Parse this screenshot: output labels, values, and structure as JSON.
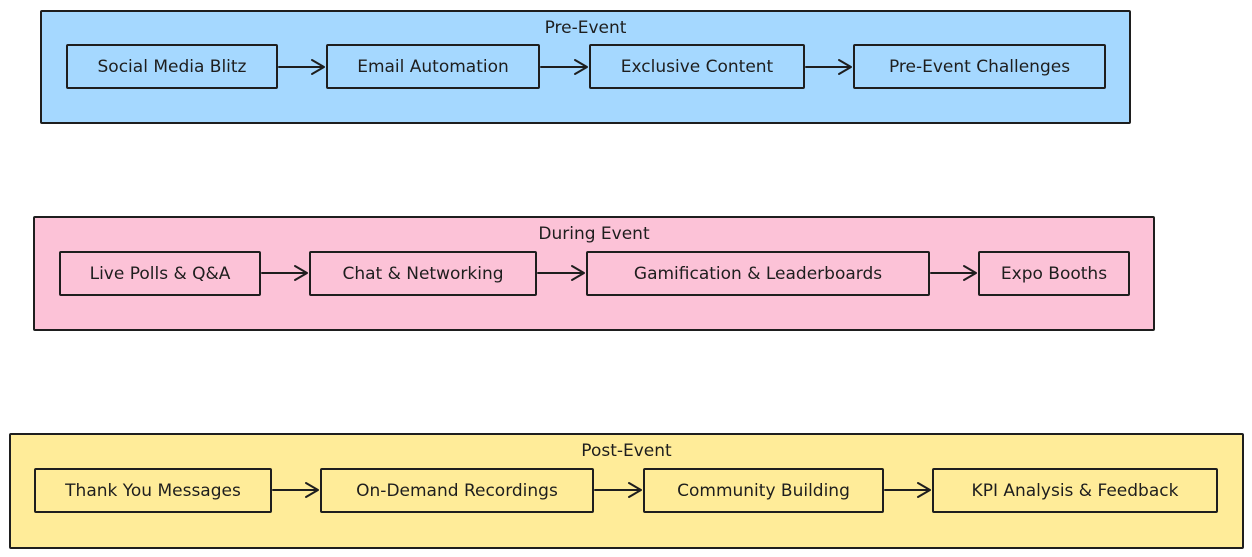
{
  "colors": {
    "pre_event_fill": "#a5d8ff",
    "during_event_fill": "#fcc2d7",
    "post_event_fill": "#ffec99",
    "stroke": "#1e1e1e"
  },
  "groups": [
    {
      "title": "Pre-Event",
      "steps": [
        "Social Media Blitz",
        "Email Automation",
        "Exclusive Content",
        "Pre-Event Challenges"
      ]
    },
    {
      "title": "During Event",
      "steps": [
        "Live Polls & Q&A",
        "Chat & Networking",
        "Gamification & Leaderboards",
        "Expo Booths"
      ]
    },
    {
      "title": "Post-Event",
      "steps": [
        "Thank You Messages",
        "On-Demand Recordings",
        "Community Building",
        "KPI Analysis & Feedback"
      ]
    }
  ]
}
